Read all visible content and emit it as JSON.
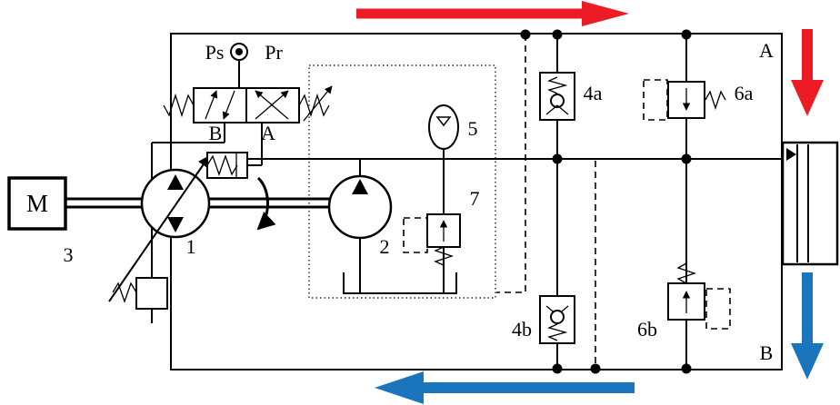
{
  "diagram": {
    "components": {
      "electric_motor": {
        "symbol": "M",
        "id": "3"
      },
      "variable_pump": {
        "id": "1"
      },
      "charge_pump": {
        "id": "2"
      },
      "pilot_valve": {
        "pilot_supply": "Ps",
        "pilot_return": "Pr",
        "port_b": "B",
        "port_a": "A"
      },
      "accumulator": {
        "id": "5"
      },
      "charge_relief_valve": {
        "id": "7"
      },
      "check_valve_top": {
        "id": "4a"
      },
      "check_valve_bottom": {
        "id": "4b"
      },
      "relief_valve_top": {
        "id": "6a"
      },
      "relief_valve_bottom": {
        "id": "6b"
      },
      "line_a": {
        "label": "A"
      },
      "line_b": {
        "label": "B"
      }
    },
    "colors": {
      "forward_flow": "#ed1c24",
      "return_flow": "#1b75bc",
      "line": "#000000"
    }
  }
}
